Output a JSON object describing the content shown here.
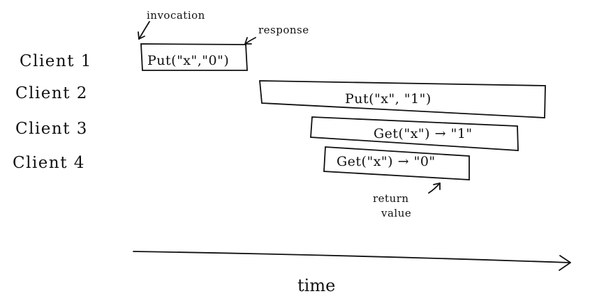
{
  "colors": {
    "ink": "#111111",
    "background": "#ffffff"
  },
  "clients": [
    {
      "label": "Client 1"
    },
    {
      "label": "Client 2"
    },
    {
      "label": "Client 3"
    },
    {
      "label": "Client 4"
    }
  ],
  "operations": [
    {
      "label": "Put(\"x\",\"0\")"
    },
    {
      "label": "Put(\"x\", \"1\")"
    },
    {
      "label": "Get(\"x\") → \"1\""
    },
    {
      "label": "Get(\"x\") → \"0\""
    }
  ],
  "annotations": {
    "invocation": "invocation",
    "response": "response",
    "return_line1": "return",
    "return_line2": "value"
  },
  "axis": {
    "label": "time"
  }
}
